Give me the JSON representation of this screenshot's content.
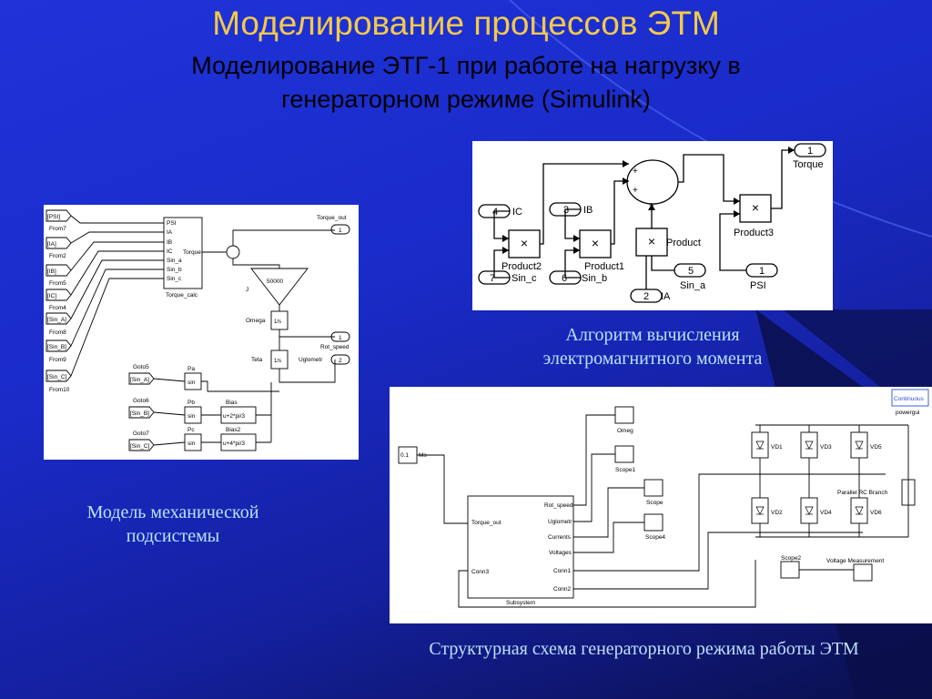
{
  "slide": {
    "title": "Моделирование процессов ЭТМ",
    "subtitle_line1": "Моделирование ЭТГ-1 при работе на нагрузку в",
    "subtitle_line2": "генераторном режиме (Simulink)"
  },
  "torque_panel": {
    "caption_line1": "Алгоритм вычисления",
    "caption_line2": "электромагнитного момента",
    "ports": [
      {
        "num": "4",
        "name": "IC"
      },
      {
        "num": "3",
        "name": "IB"
      },
      {
        "num": "7",
        "name": "Sin_c"
      },
      {
        "num": "6",
        "name": "Sin_b"
      },
      {
        "num": "5",
        "name": "Sin_a"
      },
      {
        "num": "2",
        "name": "IA"
      },
      {
        "num": "1",
        "name": "PSI"
      },
      {
        "num": "1",
        "name": "Torque"
      }
    ],
    "blocks": {
      "product": "Product",
      "product1": "Product1",
      "product2": "Product2",
      "product3": "Product3"
    }
  },
  "mech_panel": {
    "caption_line1": "Модель механической",
    "caption_line2": "подсистемы",
    "from_tags": [
      "[PSI]",
      "[IA]",
      "[IB]",
      "[IC]",
      "[Sin_A]",
      "[Sin_B]",
      "[Sin_C]"
    ],
    "from_labels": [
      "From7",
      "From2",
      "From5",
      "From4",
      "From8",
      "From9",
      "From10"
    ],
    "torque_calc_inputs": [
      "PSI",
      "IA",
      "IB",
      "IC",
      "Sin_a",
      "Sin_b",
      "Sin_c"
    ],
    "torque_calc_output": "Torque",
    "torque_calc_name": "Torque_calc",
    "torque_out": "Torque_out",
    "gain": "50000",
    "gain_name": "J",
    "omega": "Omega",
    "teta": "Teta",
    "rot_speed": "Rot_speed",
    "uglometr": "Uglometr",
    "port1": "1",
    "port2": "2",
    "integrator_label": "1/s",
    "goto_tags": [
      "[Sin_A]",
      "[Sin_B]",
      "[Sin_C]"
    ],
    "goto_labels": [
      "Goto5",
      "Goto6",
      "Goto7"
    ],
    "sin_names": [
      "Pa",
      "Pb",
      "Pc"
    ],
    "sin_label": "sin",
    "bias_names": [
      "Bias",
      "Bias2"
    ],
    "bias_labels": [
      "u+2*pi/3",
      "u+4*pi/3"
    ]
  },
  "system_panel": {
    "caption": "Структурная схема генераторного режима работы ЭТМ",
    "powergui": "Continuous",
    "powergui_label": "powergui",
    "const_value": "0.1",
    "const_unit": "Ms",
    "subsystem_in": [
      "Torque_out",
      "Conn3"
    ],
    "subsystem_out": [
      "Rot_speed",
      "Uglometr",
      "Currents",
      "Voltages",
      "Conn1",
      "Conn2"
    ],
    "subsystem_name": "Subsystem",
    "scopes": [
      "Omeg",
      "Scope1",
      "Scope",
      "Scope4",
      "Scope2"
    ],
    "diodes": [
      "VD1",
      "VD3",
      "VD5",
      "VD2",
      "VD4",
      "VD6"
    ],
    "rc_branch": "Parallel RC Branch",
    "voltage_meas": "Voltage Measurement"
  }
}
